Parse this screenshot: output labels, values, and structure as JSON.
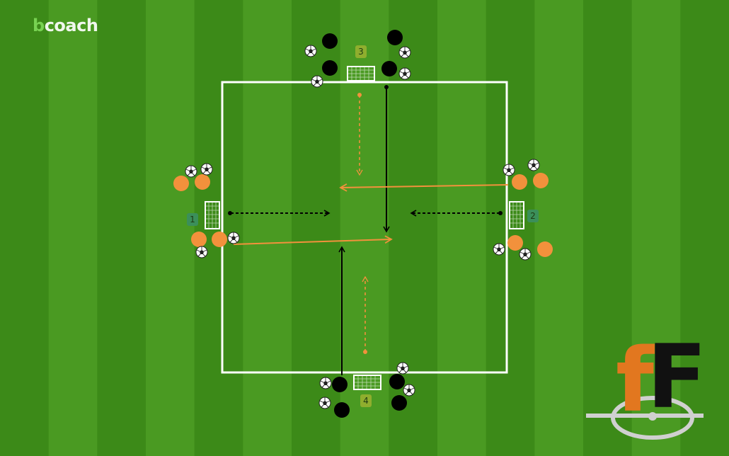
{
  "brand": {
    "prefix": "b",
    "name": "coach"
  },
  "goals": [
    {
      "label": "3",
      "tag_color": "#8fae2e"
    },
    {
      "label": "1",
      "tag_color": "#3b8f5a"
    },
    {
      "label": "2",
      "tag_color": "#3b8f5a"
    },
    {
      "label": "4",
      "tag_color": "#8fae2e"
    }
  ],
  "colors": {
    "grass_light": "#4a9a22",
    "grass_dark": "#3c8a18",
    "lines": "#ffffff",
    "team_orange": "#f2913c",
    "team_black": "#000000",
    "pass_orange": "#f2913c",
    "run_black": "#000000",
    "logo_orange": "#e2771f",
    "logo_black": "#111111"
  },
  "logo": {
    "letter_1": "f",
    "letter_2": "F",
    "icon": "centre-circle-icon"
  },
  "legend_icons": [
    "ball-icon",
    "goal-icon",
    "player-icon",
    "arrow-icon",
    "dotted-arrow-icon"
  ]
}
